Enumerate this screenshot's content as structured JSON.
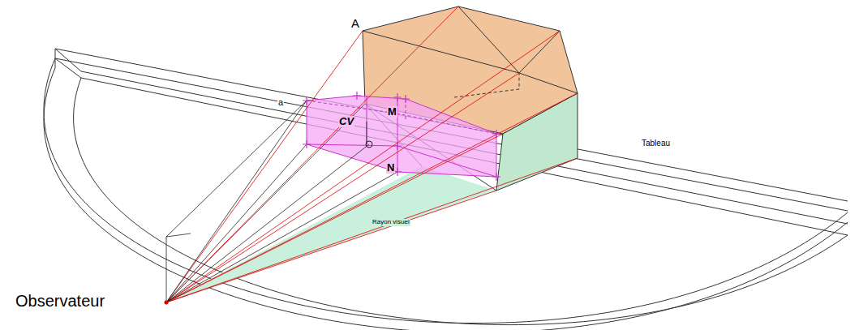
{
  "diagram": {
    "labels": [
      "A",
      "a",
      "CV",
      "M",
      "N",
      "Tableau",
      "Rayon visuel",
      "Observateur"
    ]
  }
}
